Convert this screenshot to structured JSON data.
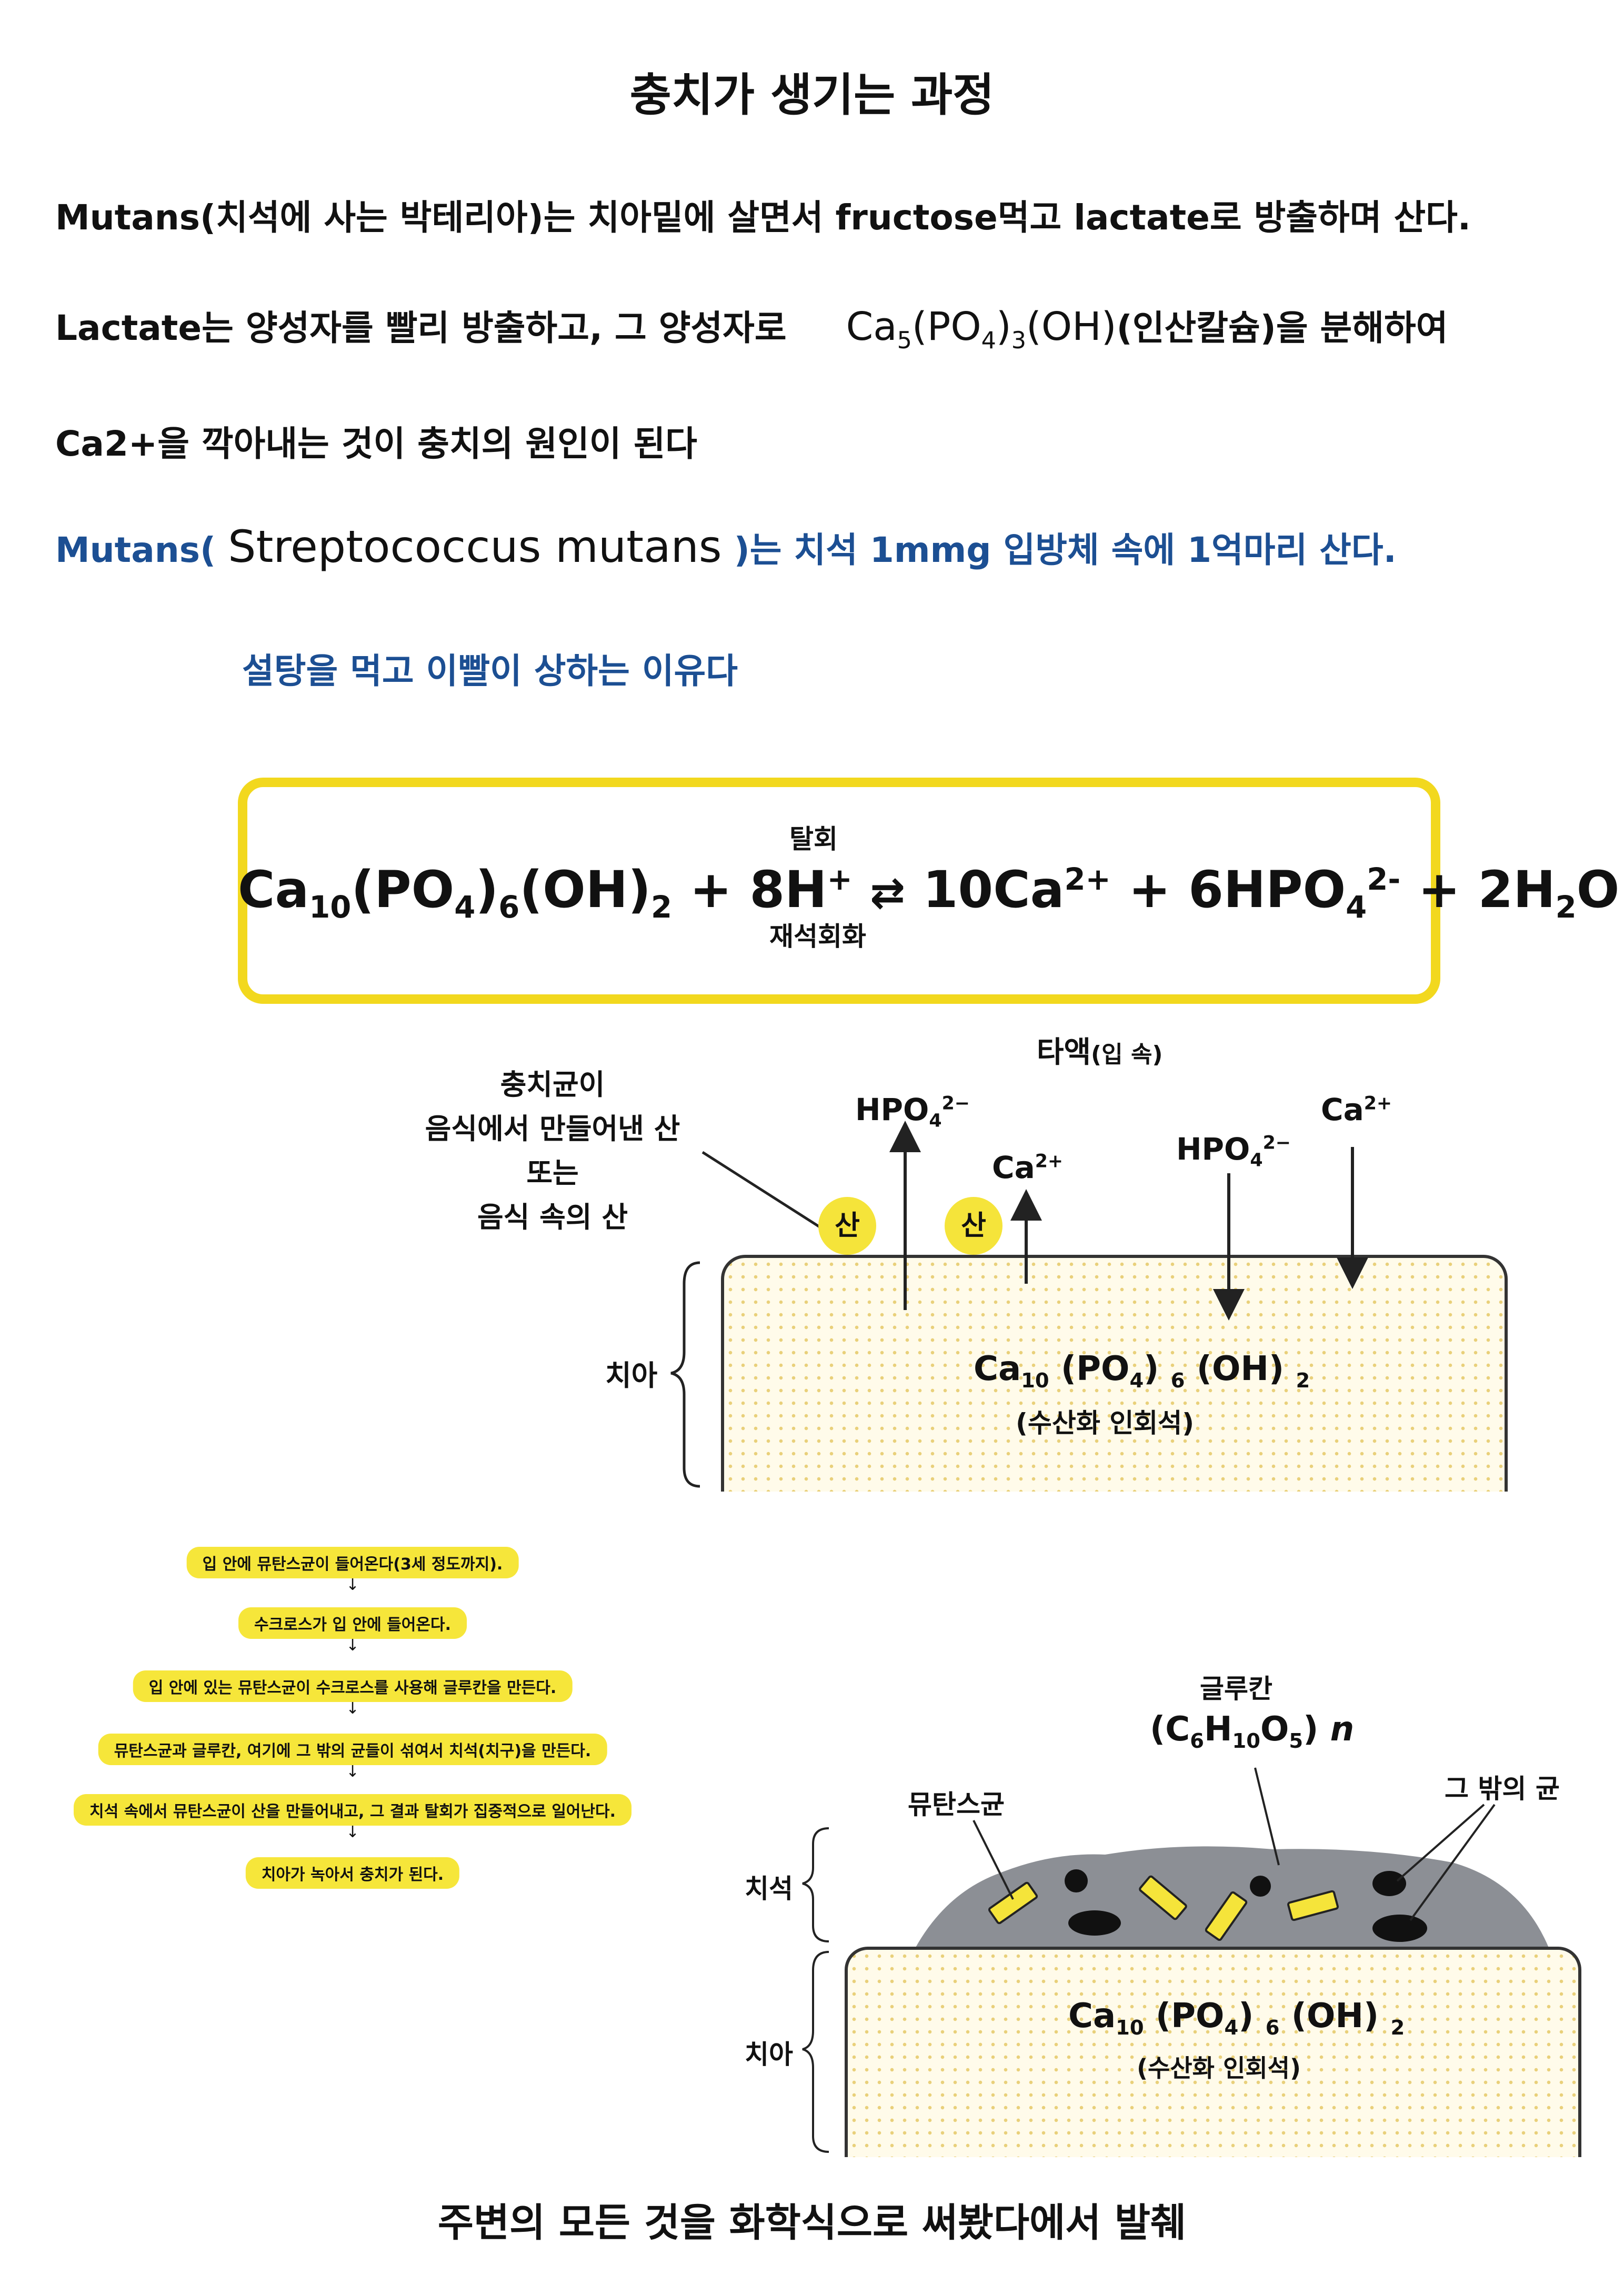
{
  "title": "충치가 생기는 과정",
  "paragraphs": {
    "line1": "Mutans(치석에 사는 박테리아)는 치아밑에 살면서 fructose먹고 lactate로 방출하며 산다.",
    "line2_pre": "Lactate는  양성자를 빨리 방출하고, 그 양성자로",
    "line2_post": "(인산칼슘)을 분해하여",
    "line3": "Ca2+을 깍아내는 것이 충치의 원인이 된다",
    "line4_pre": "Mutans(",
    "line4_species": "Streptococcus mutans",
    "line4_post": ")는  치석 1mmg 입방체  속에 1억마리 산다.",
    "line5": "설탕을 먹고 이빨이 상하는 이유다"
  },
  "equation": {
    "top_label": "탈회",
    "bottom_label": "재석회화"
  },
  "diagram1": {
    "saliva_label": "타액",
    "saliva_sub": "(입 속)",
    "acid_lines": [
      "충치균이",
      "음식에서 만들어낸 산",
      "또는",
      "음식 속의 산"
    ],
    "acid_badge": "산",
    "tooth_label": "치아",
    "mineral_name": "(수산화 인회석)"
  },
  "flow": {
    "steps": [
      "입 안에 뮤탄스균이 들어온다(3세 정도까지).",
      "수크로스가 입 안에 들어온다.",
      "입 안에 있는 뮤탄스균이 수크로스를 사용해 글루칸을 만든다.",
      "뮤탄스균과 글루칸, 여기에 그 밖의 균들이 섞여서 치석(치구)을 만든다.",
      "치석 속에서 뮤탄스균이 산을 만들어내고, 그 결과 탈회가 집중적으로 일어난다.",
      "치아가 녹아서 충치가 된다."
    ]
  },
  "diagram2": {
    "glucan_label": "글루칸",
    "mutans_label": "뮤탄스균",
    "other_label": "그 밖의 균",
    "plaque_label": "치석",
    "tooth_label": "치아",
    "mineral_name": "(수산화 인회석)"
  },
  "footer": "주변의 모든 것을 화학식으로 써봤다에서 발췌",
  "colors": {
    "accent_yellow": "#f2d81e",
    "blue_text": "#1c4f93",
    "plaque_gray": "#8c8f95"
  }
}
